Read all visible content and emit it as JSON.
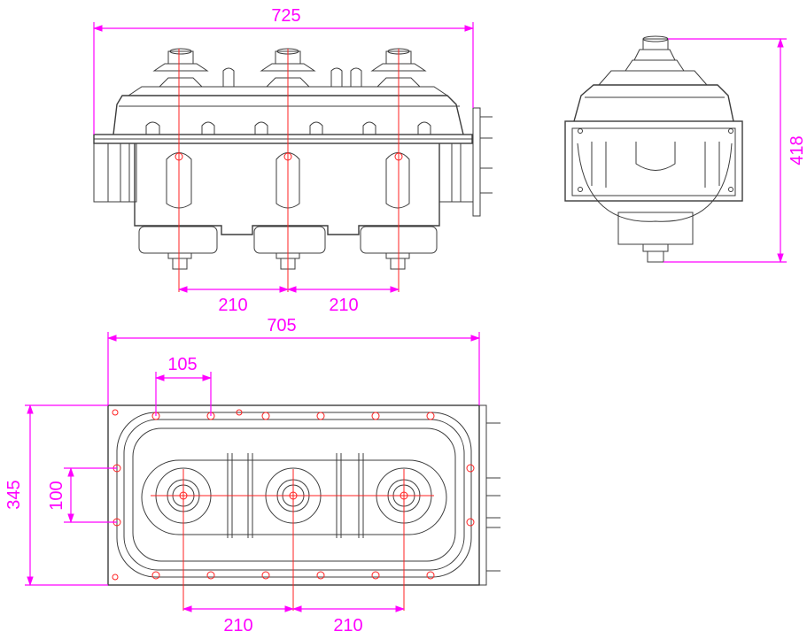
{
  "colors": {
    "dimension": "#ff00ff",
    "centerline": "#ff2020",
    "outline": "#3c3c3c",
    "background": "#ffffff"
  },
  "front_view": {
    "overall_width": "725",
    "pitch_left": "210",
    "pitch_right": "210"
  },
  "side_view": {
    "overall_height": "418"
  },
  "top_view": {
    "overall_width": "705",
    "bolt_spacing": "105",
    "overall_depth": "345",
    "mount_spacing": "100",
    "pitch_left": "210",
    "pitch_right": "210"
  }
}
